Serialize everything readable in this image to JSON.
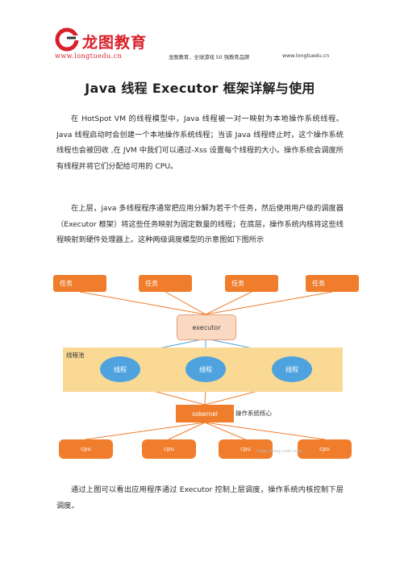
{
  "header": {
    "logo_text": "龙图教育",
    "logo_url": "www.longtuedu.cn",
    "tagline": "龙图教育，全球游戏 50 强教育品牌",
    "url": "www.longtuedu.cn"
  },
  "title": "Java 线程 Executor 框架详解与使用",
  "paragraphs": {
    "p1": "在 HotSpot VM 的线程模型中，Java 线程被一对一映射为本地操作系统线程。Java 线程启动时会创建一个本地操作系统线程；当该 Java 线程终止时，这个操作系统线程也会被回收 ,在 JVM 中我们可以通过-Xss 设置每个线程的大小。操作系统会调度所有线程并将它们分配给可用的 CPU。",
    "p2": "在上层，java 多线程程序通常把应用分解为若干个任务，然后使用用户级的调度器（Executor 框架）将这些任务映射为固定数量的线程；在底层，操作系统内核将这些线程映射到硬件处理器上。这种两级调度模型的示意图如下图所示",
    "p3": "通过上图可以看出应用程序通过 Executor 控制上层调度，操作系统内核控制下层调度。"
  },
  "diagram": {
    "tasks": [
      "任务",
      "任务",
      "任务",
      "任务"
    ],
    "executor": "executor",
    "pool_label": "线程池",
    "threads": [
      "线程",
      "线程",
      "线程"
    ],
    "kernel": "oskernel",
    "kernel_label": "操作系统核心",
    "cpus": [
      "cpu",
      "cpu",
      "cpu",
      "cpu"
    ],
    "watermark": "http://blog.csdn.net/...",
    "colors": {
      "orange": "#ef7d2c",
      "executor_fill": "#fad9c2",
      "pool_fill": "#f9d994",
      "thread_fill": "#4ea3de",
      "brand_red": "#d8202a"
    }
  }
}
